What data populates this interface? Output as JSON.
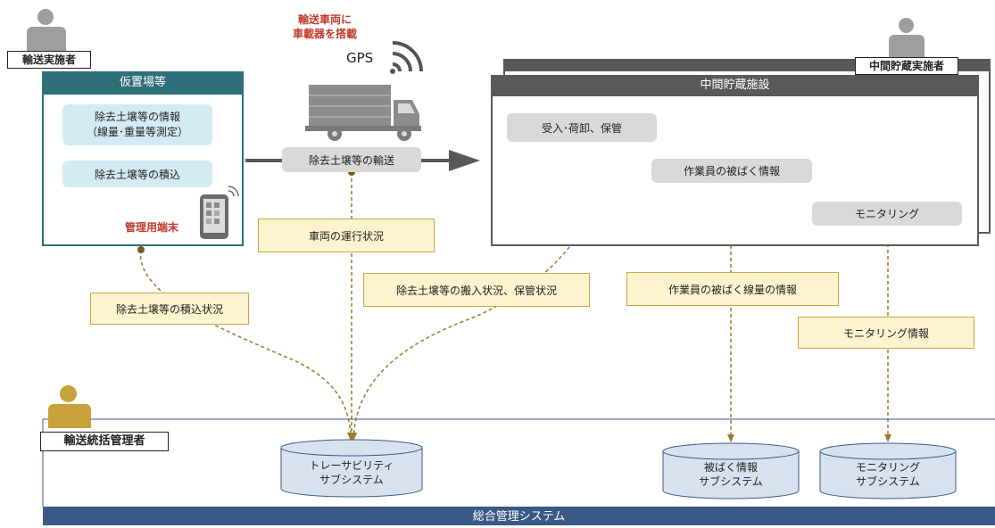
{
  "actors": {
    "transport_executor": "輸送実施者",
    "interim_storage_executor": "中間貯蔵実施者",
    "transport_manager": "輸送統括管理者"
  },
  "temp_storage": {
    "title": "仮置場等",
    "item1_line1": "除去土壌等の情報",
    "item1_line2": "（線量･重量等測定）",
    "item2": "除去土壌等の積込",
    "terminal_label": "管理用端末"
  },
  "vehicle": {
    "note_line1": "輸送車両に",
    "note_line2": "車載器を搭載",
    "gps": "GPS",
    "transport_label": "除去土壌等の輸送"
  },
  "facility": {
    "title": "中間貯蔵施設",
    "item1": "受入･荷卸、保管",
    "item2": "作業員の被ばく情報",
    "item3": "モニタリング"
  },
  "flows": {
    "loading_status": "除去土壌等の積込状況",
    "vehicle_status": "車両の運行状況",
    "delivery_status": "除去土壌等の搬入状況、保管状況",
    "worker_dose": "作業員の被ばく線量の情報",
    "monitoring_info": "モニタリング情報"
  },
  "subsystems": {
    "traceability_line1": "トレーサビリティ",
    "traceability_line2": "サブシステム",
    "exposure_line1": "被ばく情報",
    "exposure_line2": "サブシステム",
    "monitoring_line1": "モニタリング",
    "monitoring_line2": "サブシステム"
  },
  "system_bar": "総合管理システム",
  "colors": {
    "teal": "#2e6f7a",
    "navy": "#3a5a85",
    "dark_gray": "#595959",
    "gold": "#c8a13a",
    "arrow_brown": "#9c7a2c"
  }
}
